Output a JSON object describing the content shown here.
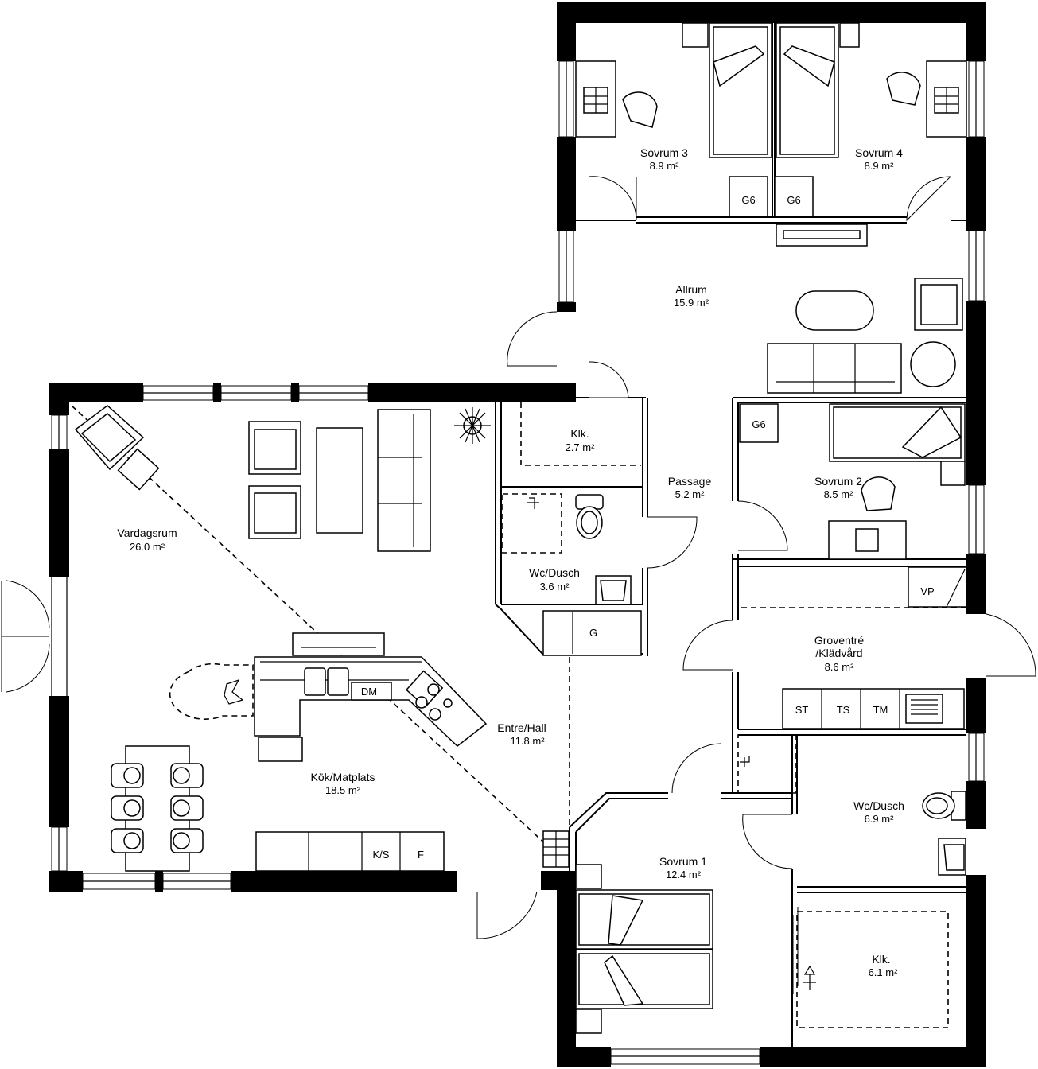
{
  "rooms": [
    {
      "name": "Sovrum 3",
      "area": "8.9 m²"
    },
    {
      "name": "Sovrum 4",
      "area": "8.9 m²"
    },
    {
      "name": "Allrum",
      "area": "15.9 m²"
    },
    {
      "name": "Klk.",
      "area": "2.7 m²"
    },
    {
      "name": "Passage",
      "area": "5.2 m²"
    },
    {
      "name": "Sovrum 2",
      "area": "8.5 m²"
    },
    {
      "name": "Vardagsrum",
      "area": "26.0 m²"
    },
    {
      "name": "Wc/Dusch",
      "area": "3.6 m²"
    },
    {
      "name": "Groventré",
      "name2": "/Klädvård",
      "area": "8.6 m²"
    },
    {
      "name": "Entre/Hall",
      "area": "11.8 m²"
    },
    {
      "name": "Kök/Matplats",
      "area": "18.5 m²"
    },
    {
      "name": "Wc/Dusch",
      "area": "6.9 m²"
    },
    {
      "name": "Sovrum 1",
      "area": "12.4 m²"
    },
    {
      "name": "Klk.",
      "area": "6.1 m²"
    }
  ],
  "fixtures": {
    "g6_a": "G6",
    "g6_b": "G6",
    "g6_c": "G6",
    "vp": "VP",
    "g": "G",
    "dm": "DM",
    "st": "ST",
    "ts": "TS",
    "tm": "TM",
    "ks": "K/S",
    "f": "F"
  }
}
